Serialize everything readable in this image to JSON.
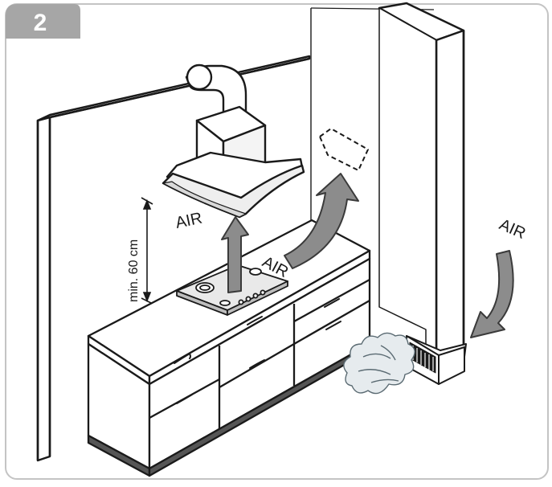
{
  "step_badge": {
    "number": "2"
  },
  "dimension": {
    "label": "min. 60 cm"
  },
  "airflow": {
    "hood_label": "AIR",
    "vent_label": "AIR",
    "inlet_label": "AIR"
  },
  "colors": {
    "badge": "#a6a6a6",
    "arrow": "#8c8c8c",
    "arrow_stroke": "#3a3a3a",
    "line": "#1a1a1a",
    "frame": "#bdbdbd",
    "smoke": "#e6ebee"
  }
}
